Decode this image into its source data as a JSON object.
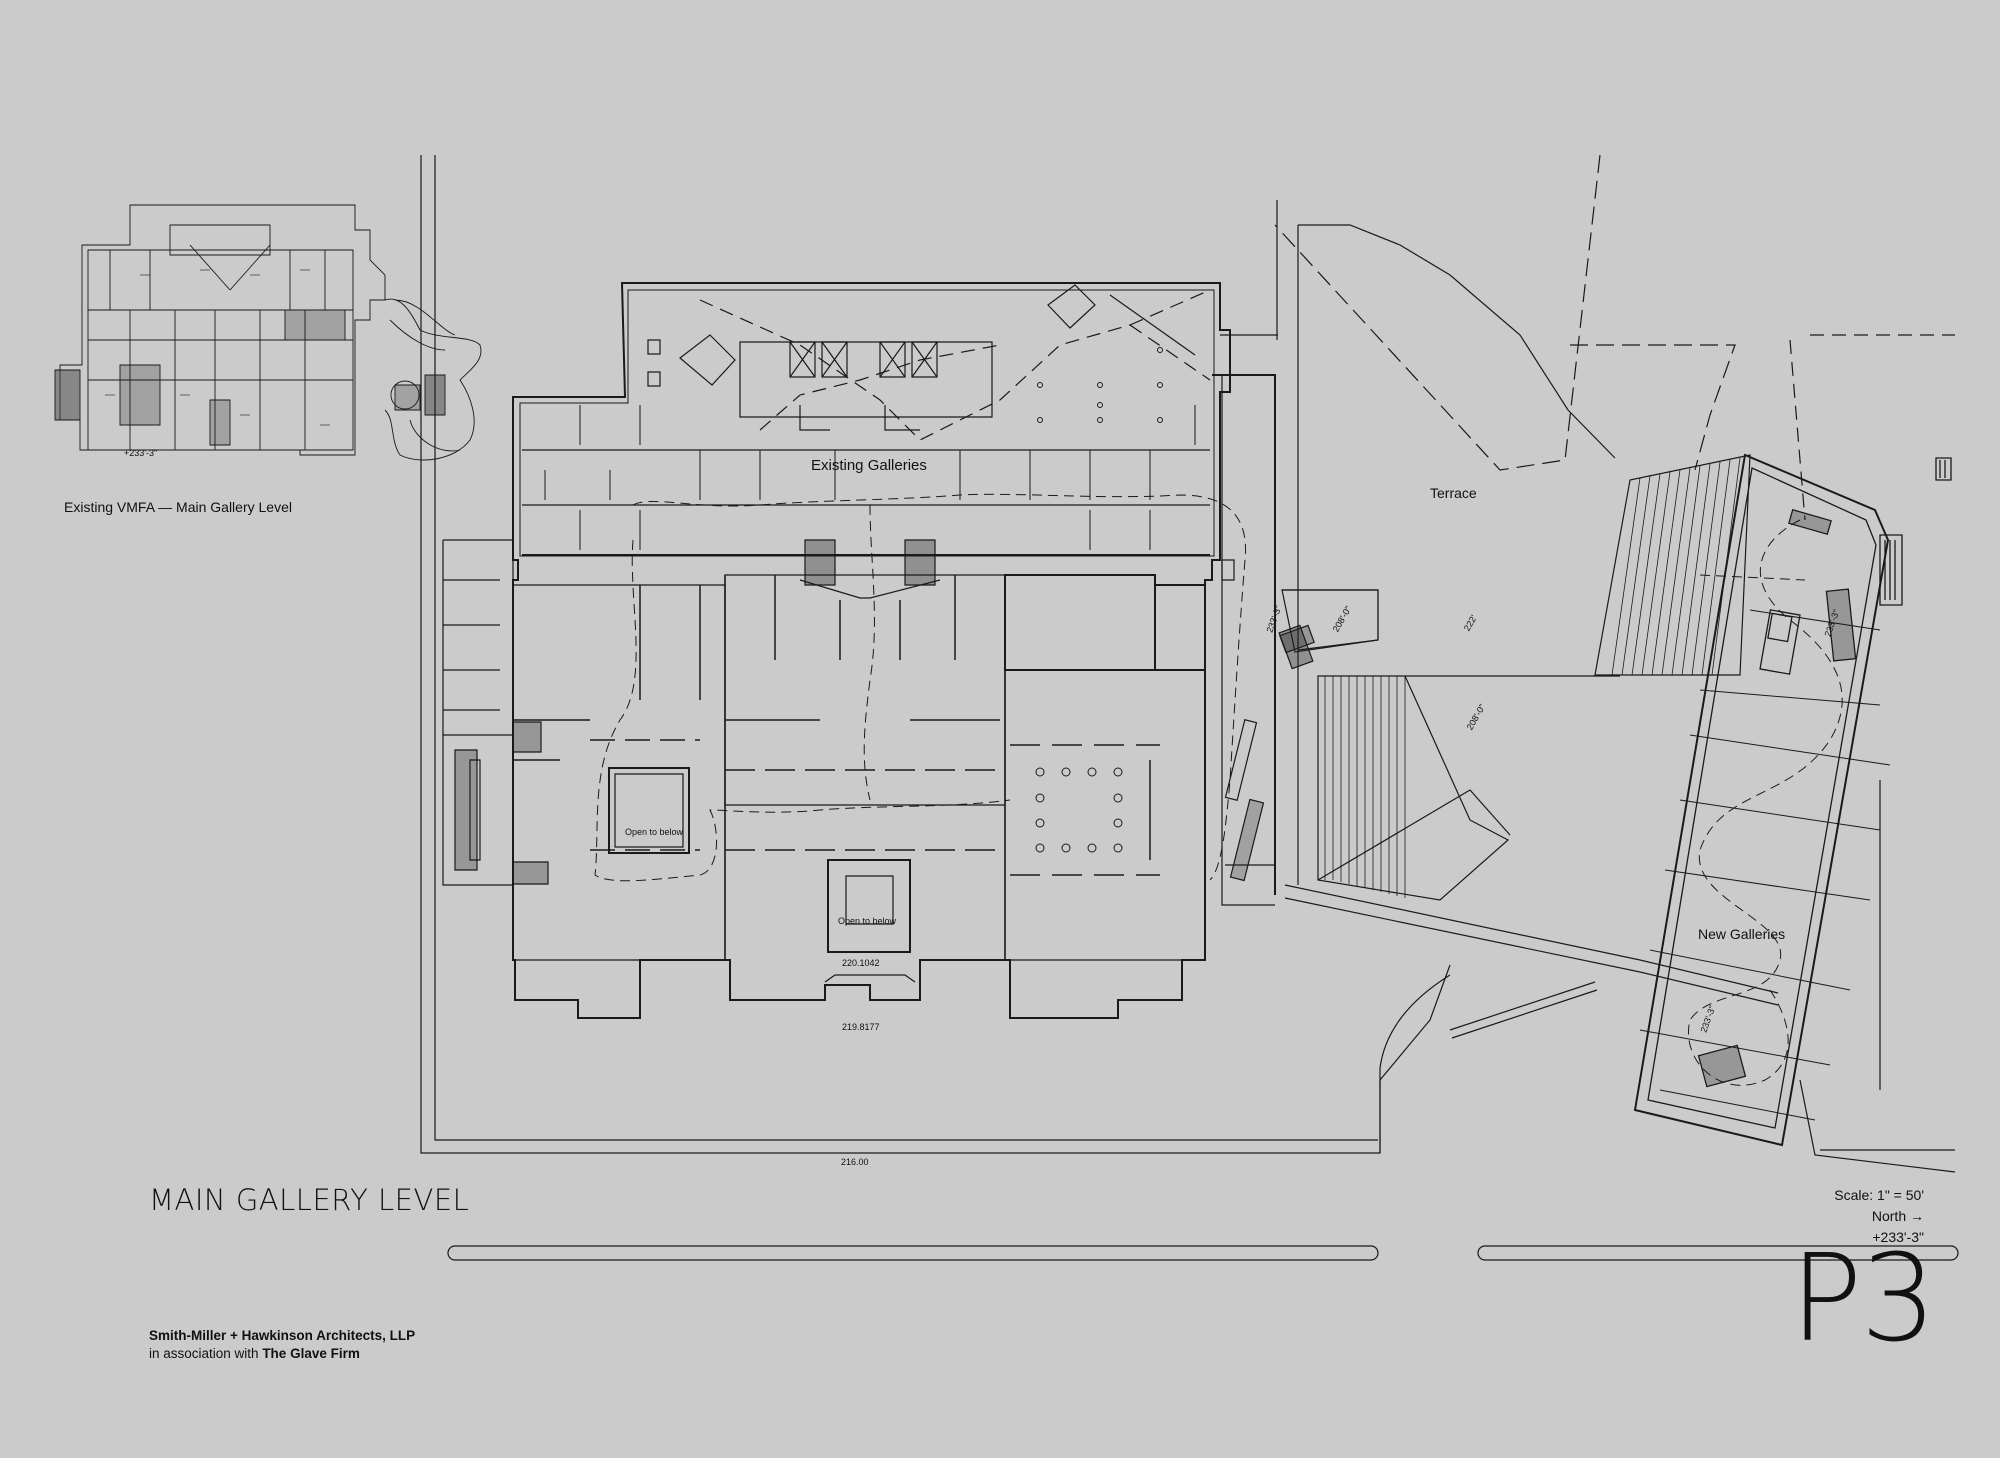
{
  "sheet": {
    "title": "MAIN GALLERY LEVEL",
    "number": "P3",
    "scale": "Scale: 1\" = 50'",
    "north": "North →",
    "elevation": "+233'-3\"",
    "credit_line1": "Smith-Miller + Hawkinson Architects, LLP",
    "credit_line2_prefix": "in association with ",
    "credit_line2_firm": "The Glave Firm"
  },
  "key_plan": {
    "caption": "Existing VMFA — Main Gallery Level",
    "elevation": "+233'-3\""
  },
  "rooms": {
    "existing_galleries": "Existing Galleries",
    "terrace": "Terrace",
    "new_galleries": "New Galleries",
    "open_to_below_1": "Open to below",
    "open_to_below_2": "Open to below"
  },
  "elevations": {
    "entry": "220.1042",
    "south": "219.8177",
    "street": "216.00",
    "ramp_a": "233'-3\"",
    "ramp_b": "208'-0\"",
    "terrace_a": "222'",
    "terrace_b": "208'-0\"",
    "new_gal": "233'-3\"",
    "new_gal_b": "233'-3\""
  },
  "colors": {
    "background": "#cbcbcb",
    "linework": "#1a1a1a"
  }
}
